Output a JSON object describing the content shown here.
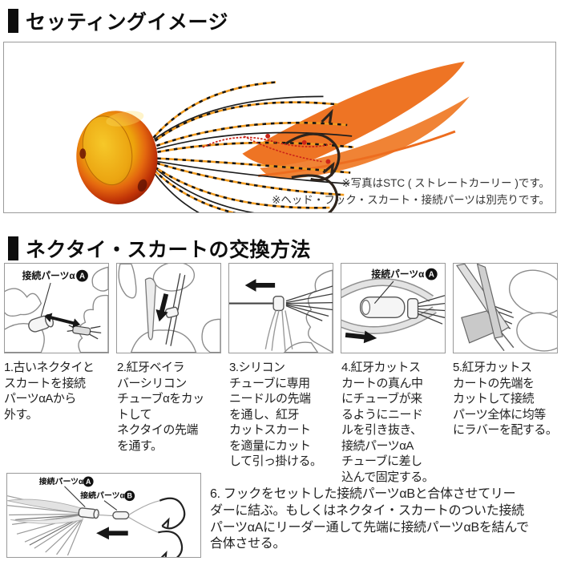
{
  "sections": {
    "setting_title": "セッティングイメージ",
    "howto_title": "ネクタイ・スカートの交換方法"
  },
  "photo": {
    "subject": "紅牙タイラバ（オレンジヘッド・オレンジ/黒スカート・オレンジネクタイ）",
    "caption1": "※写真はSTC ( ストレートカーリー )です。",
    "caption2": "※ヘッド・フック・スカート・接続パーツは別売りです。"
  },
  "steps": {
    "step1": {
      "panel_label": "接続パーツα",
      "panel_badge": "A",
      "text": "1.古いネクタイと\nスカートを接続\nパーツαAから\n外す。"
    },
    "step2": {
      "text": "2.紅牙ベイラ\nバーシリコン\nチューブαをカッ\nトして\nネクタイの先端\nを通す。"
    },
    "step3": {
      "text": "3.シリコン\nチューブに専用\nニードルの先端\nを通し、紅牙\nカットスカート\nを適量にカット\nして引っ掛ける。"
    },
    "step4": {
      "panel_label": "接続パーツα",
      "panel_badge": "A",
      "text": "4.紅牙カットス\nカートの真ん中\nにチューブが来\nるようにニード\nルを引き抜き、\n接続パーツαA\nチューブに差し\n込んで固定する。"
    },
    "step5": {
      "text": "5.紅牙カットス\nカートの先端を\nカットして接続\nパーツ全体に均等\nにラバーを配する。"
    },
    "step6": {
      "label_a": "接続パーツα",
      "badge_a": "A",
      "label_b": "接続パーツα",
      "badge_b": "B",
      "text": "6. フックをセットした接続パーツαBと合体させてリー\nダーに結ぶ。もしくはネクタイ・スカートのついた接続\nパーツαAにリーダー通して先端に接続パーツαBを結んで\n合体させる。"
    }
  },
  "colors": {
    "title_black": "#0d0d0d",
    "border_gray": "#999999",
    "text_dark": "#1f1f1f",
    "necktie_orange": "#ee7424",
    "skirt_orange": "#f09a1e",
    "skirt_black": "#151515",
    "head_gold": "#f2b705",
    "head_red": "#9b1c06",
    "cord_red": "#cc2418"
  }
}
